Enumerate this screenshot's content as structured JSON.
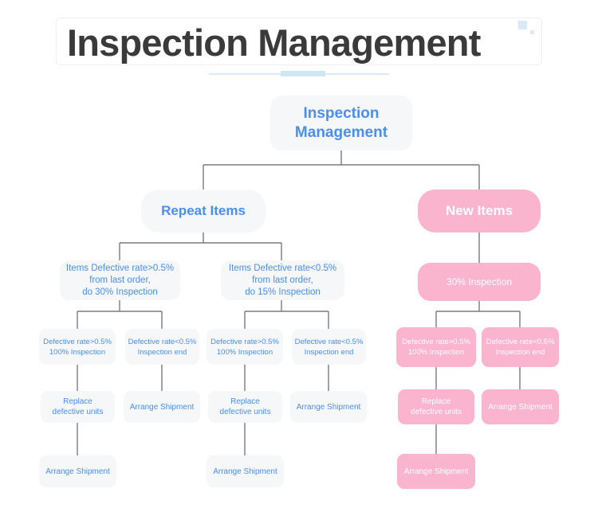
{
  "header": {
    "title": "Inspection Management",
    "decor": {
      "square_large": "decor-square",
      "square_small": "decor-square",
      "rule": "title-underline"
    }
  },
  "theme": {
    "blue_node_bg": "#f6f7f8",
    "blue_node_text": "#4a8ef0",
    "pink_node_bg": "#fbb4ce",
    "pink_node_text": "#ffffff",
    "connector": "#7b7b7b",
    "title_text": "#3a3a3a",
    "accent_light_blue": "#d7eaf5"
  },
  "chart_data": {
    "type": "diagram",
    "title": "Inspection Management",
    "orientation": "top-down tree",
    "root": "Inspection Management",
    "branches": [
      "Repeat Items",
      "New Items"
    ]
  },
  "nodes": {
    "root": "Inspection\nManagement",
    "branch_repeat": "Repeat Items",
    "branch_new": "New Items",
    "cond_repeat_high": "Items Defective rate>0.5%\nfrom last order,\ndo 30% Inspection",
    "cond_repeat_low": "Items Defective rate<0.5%\nfrom last order,\ndo 15% Inspection",
    "new_inspection": "30% Inspection",
    "rule_a_high": "Defective rate>0.5%\n100% Inspection",
    "rule_a_low": "Defective rate<0.5%\nInspection end",
    "rule_b_high": "Defective rate>0.5%\n100% Inspection",
    "rule_b_low": "Defective rate<0.5%\nInspection end",
    "rule_c_high": "Defective rate>0.5%\n100% Inspection",
    "rule_c_low": "Defective rate<0.5%\nInspection end",
    "action_a_replace": "Replace\ndefective units",
    "action_a_arrange": "Arrange Shipment",
    "action_b_replace": "Replace\ndefective units",
    "action_b_arrange": "Arrange Shipment",
    "action_c_replace": "Replace\ndefective units",
    "action_c_arrange": "Arrange Shipment",
    "final_a_arrange": "Arrange Shipment",
    "final_b_arrange": "Arrange Shipment",
    "final_c_arrange": "Arrange Shipment"
  }
}
